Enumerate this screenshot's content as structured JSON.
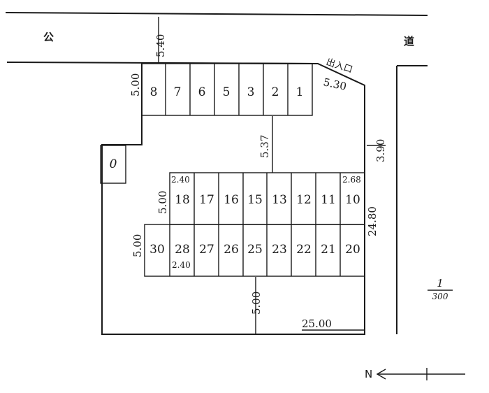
{
  "labels": {
    "road_left": "公",
    "road_right": "道",
    "entrance": "出入口",
    "north": "N",
    "scale_num": "1",
    "scale_den": "300"
  },
  "dims": {
    "road_width": "5.40",
    "top_depth": "5.00",
    "entrance_width": "5.30",
    "aisle_top": "5.37",
    "right_gap": "3.90",
    "mid_depth": "5.00",
    "stall_w_18": "2.40",
    "stall_w_10": "2.68",
    "right_len": "24.80",
    "bottom_depth": "5.00",
    "stall_w_28": "2.40",
    "aisle_bottom": "5.00",
    "bottom_len": "25.00"
  },
  "spaces": {
    "top_row": [
      "8",
      "7",
      "6",
      "5",
      "3",
      "2",
      "1"
    ],
    "single": "0",
    "middle_row": [
      "18",
      "17",
      "16",
      "15",
      "13",
      "12",
      "11",
      "10"
    ],
    "bottom_row": [
      "30",
      "28",
      "27",
      "26",
      "25",
      "23",
      "22",
      "21",
      "20"
    ]
  },
  "colors": {
    "ink": "#1a1a1a",
    "paper": "#ffffff"
  }
}
